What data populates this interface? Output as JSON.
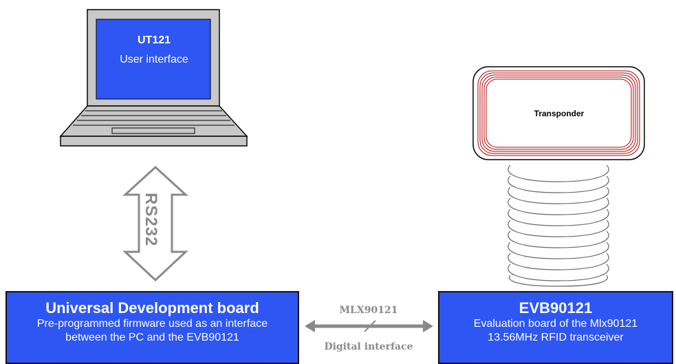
{
  "laptop": {
    "title": "UT121",
    "subtitle": "User interface"
  },
  "link_pc": {
    "label": "RS232"
  },
  "udb": {
    "title": "Universal Development board",
    "line1": "Pre-programmed firmware used as an interface",
    "line2": "between the PC and the EVB90121"
  },
  "interface": {
    "top_label": "MLX90121",
    "bottom_label": "Digital interface"
  },
  "evb": {
    "title": "EVB90121",
    "line1": "Evaluation board of the Mlx90121",
    "line2": "13.56MHz RFID transceiver"
  },
  "transponder": {
    "label": "Transponder"
  },
  "colors": {
    "box_fill": "#2d56f3",
    "screen_fill": "#2d56f3",
    "arrow_gray": "#8a8a8a",
    "coil_red": "#b00000"
  }
}
